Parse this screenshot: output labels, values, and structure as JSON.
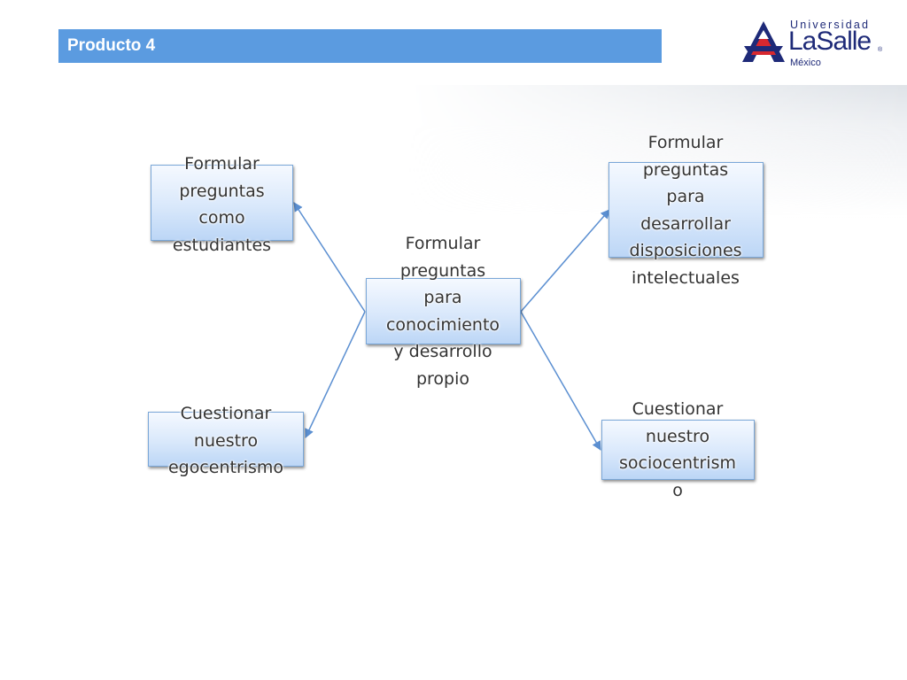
{
  "header": {
    "title": "Producto 4"
  },
  "logo": {
    "top_text": "Universidad",
    "brand": "LaSalle",
    "registered": "®",
    "country": "México",
    "colors": {
      "navy": "#1e2a78",
      "red": "#d7282f"
    }
  },
  "diagram": {
    "center": {
      "text": "Formular\npreguntas\npara\nconocimiento\ny desarrollo\npropio"
    },
    "nodes": [
      {
        "id": "top-left",
        "text": "Formular\npreguntas\ncomo\nestudiantes"
      },
      {
        "id": "bottom-left",
        "text": "Cuestionar\nnuestro\negocentrismo"
      },
      {
        "id": "top-right",
        "text": "Formular\npreguntas\npara\ndesarrollar\ndisposiciones\nintelectuales"
      },
      {
        "id": "bottom-right",
        "text": "Cuestionar\nnuestro\nsociocentrism\no"
      }
    ],
    "colors": {
      "box_border": "#7aa7d8",
      "arrow": "#5b8fd1",
      "text": "#333333",
      "title_bar": "#5b9be0"
    }
  }
}
